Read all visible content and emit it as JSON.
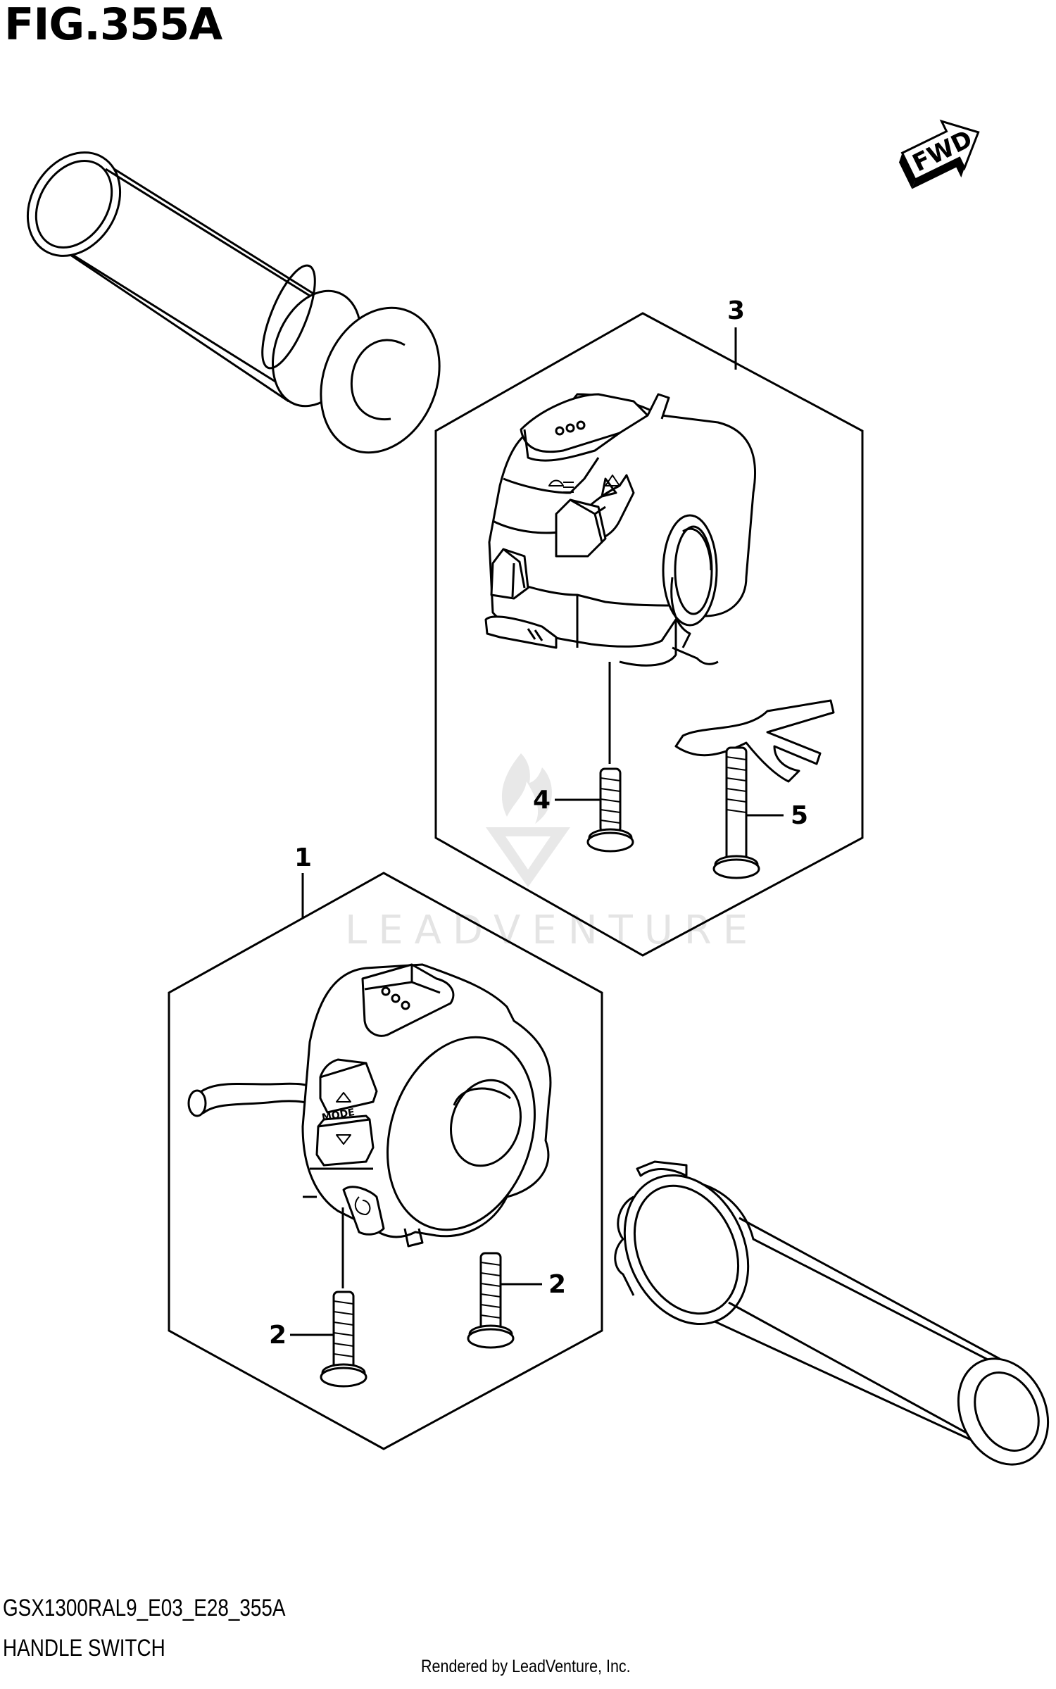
{
  "figure": {
    "title": "FIG.355A",
    "model_code": "GSX1300RAL9_E03_E28_355A",
    "section_name": "HANDLE SWITCH",
    "rendered_by": "Rendered by LeadVenture, Inc.",
    "watermark": "LEADVENTURE",
    "fwd_label": "FWD"
  },
  "callouts": {
    "c1": "1",
    "c2a": "2",
    "c2b": "2",
    "c3": "3",
    "c4": "4",
    "c5": "5"
  },
  "switch_markings": {
    "mode_label": "MODE"
  }
}
